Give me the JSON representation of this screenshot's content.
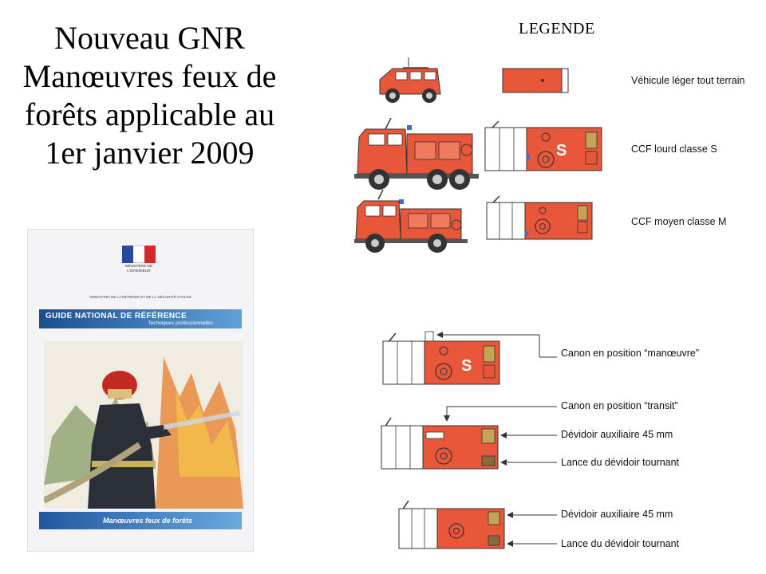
{
  "slide": {
    "title": "Nouveau GNR\nManœuvres feux de forêts applicable au 1er janvier 2009"
  },
  "legend": {
    "title": "LEGENDE",
    "vehicles": [
      {
        "label": "Véhicule léger tout terrain"
      },
      {
        "label": "CCF lourd classe S"
      },
      {
        "label": "CCF moyen classe M"
      }
    ],
    "truck_marking": "S",
    "annotations": [
      "Canon en position “manœuvre”",
      "Canon en position “transit”",
      "Dévidoir auxiliaire 45 mm",
      "Lance du dévidoir tournant",
      "Dévidoir auxiliaire 45 mm",
      "Lance du dévidoir tournant"
    ]
  },
  "cover": {
    "ministry": "MINISTÈRE DE L'INTÉRIEUR",
    "direction": "DIRECTION DE LA DÉFENSE ET DE LA SÉCURITÉ CIVILES",
    "guide_title": "GUIDE NATIONAL DE RÉFÉRENCE",
    "guide_subtitle": "Techniques professionnelles",
    "bottom_title": "Manœuvres feux de forêts"
  },
  "colors": {
    "truck_red": "#e9573a",
    "french_blue": "#2a4a9a",
    "french_red": "#d22a2a"
  }
}
